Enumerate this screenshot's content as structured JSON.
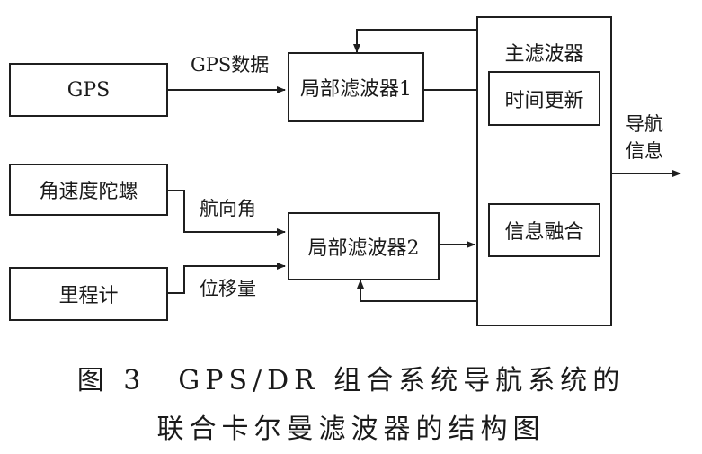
{
  "blocks": {
    "gps": "GPS",
    "gyro": "角速度陀螺",
    "odometer": "里程计",
    "local_filter_1": "局部滤波器1",
    "local_filter_2": "局部滤波器2",
    "main_filter": "主滤波器",
    "time_update": "时间更新",
    "info_fusion": "信息融合"
  },
  "edge_labels": {
    "gps_data": "GPS数据",
    "heading": "航向角",
    "displacement": "位移量",
    "nav_info_line1": "导航",
    "nav_info_line2": "信息"
  },
  "caption": {
    "line1": "图 3　GPS/DR 组合系统导航系统的",
    "line2": "联合卡尔曼滤波器的结构图"
  }
}
